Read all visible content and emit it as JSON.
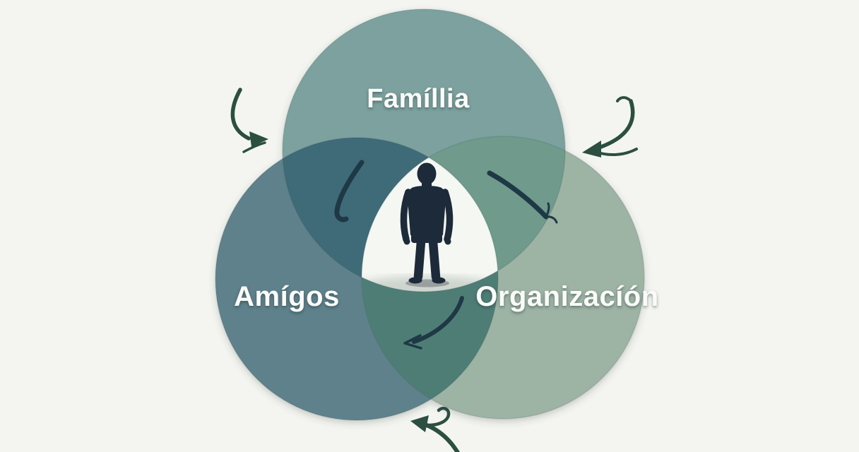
{
  "diagram": {
    "type": "venn-3-circles",
    "background_color": "#F4F5F0",
    "circles": [
      {
        "id": "familia",
        "label": "Famíllia",
        "fill": "#7BA19E"
      },
      {
        "id": "amigos",
        "label": "Amígos",
        "fill": "#5E818B"
      },
      {
        "id": "organizacion",
        "label": "Organizacíón",
        "fill": "#9DB3A4"
      }
    ],
    "overlaps": {
      "familia_amigos": "#3F6B79",
      "familia_organizacion": "#6F9A8C",
      "amigos_organizacion": "#4E7D75",
      "center_fill": "#F5F7F2"
    },
    "center_figure": {
      "icon": "person-silhouette",
      "color": "#1C2A3A"
    },
    "arrows": {
      "outer_color": "#2B4F41",
      "inner_color": "#1E3945",
      "items": [
        {
          "icon": "curved-arrow-icon",
          "position": "top-left-outside"
        },
        {
          "icon": "curved-arrow-icon",
          "position": "top-right-outside"
        },
        {
          "icon": "curved-stroke-icon",
          "position": "familia-amigos-overlap"
        },
        {
          "icon": "curved-stroke-icon",
          "position": "familia-organizacion-overlap"
        },
        {
          "icon": "curved-arrow-icon",
          "position": "amigos-organizacion-overlap"
        },
        {
          "icon": "curved-arrow-icon",
          "position": "bottom-center-outside"
        }
      ]
    }
  }
}
